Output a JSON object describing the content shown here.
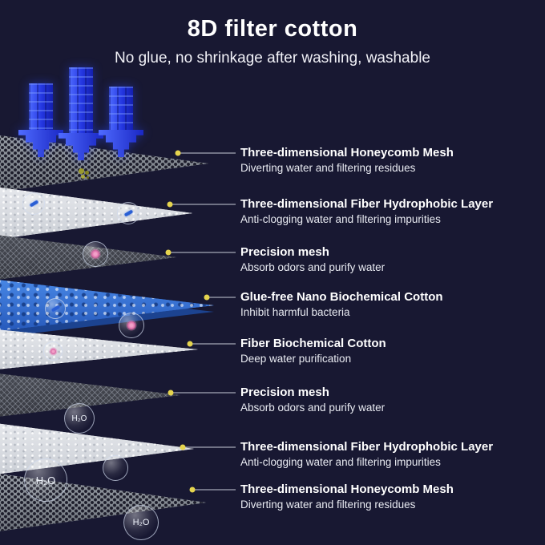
{
  "header": {
    "title": "8D filter cotton",
    "subtitle": "No glue, no shrinkage after washing, washable"
  },
  "layers": [
    {
      "material": "honeycomb-mesh",
      "title": "Three-dimensional Honeycomb Mesh",
      "description": "Diverting water and filtering residues"
    },
    {
      "material": "fiber-hydrophobic-layer",
      "title": "Three-dimensional Fiber Hydrophobic Layer",
      "description": "Anti-clogging water and filtering impurities"
    },
    {
      "material": "precision-mesh",
      "title": "Precision mesh",
      "description": "Absorb odors and purify water"
    },
    {
      "material": "nano-biochemical-cotton",
      "title": "Glue-free Nano Biochemical Cotton",
      "description": "Inhibit harmful bacteria"
    },
    {
      "material": "fiber-biochemical-cotton",
      "title": "Fiber Biochemical Cotton",
      "description": "Deep water purification"
    },
    {
      "material": "precision-mesh",
      "title": "Precision mesh",
      "description": "Absorb odors and purify water"
    },
    {
      "material": "fiber-hydrophobic-layer",
      "title": "Three-dimensional Fiber Hydrophobic Layer",
      "description": "Anti-clogging water and filtering impurities"
    },
    {
      "material": "honeycomb-mesh",
      "title": "Three-dimensional Honeycomb Mesh",
      "description": "Diverting water and filtering residues"
    }
  ],
  "bubbles": {
    "h2o": "H₂O"
  },
  "icons": {
    "flow_arrow": "pixel-down-arrow",
    "bubble": "water-bubble",
    "virus": "pink-virus-dot",
    "fiber_speck": "blue-fiber-speck",
    "bacteria": "olive-bacteria-cluster"
  },
  "colors": {
    "background": "#181832",
    "text": "#ffffff",
    "connector_dot": "#e5d44e",
    "arrow_blue": "#2336e0",
    "nano_cotton_blue": "#2e6cd4"
  }
}
